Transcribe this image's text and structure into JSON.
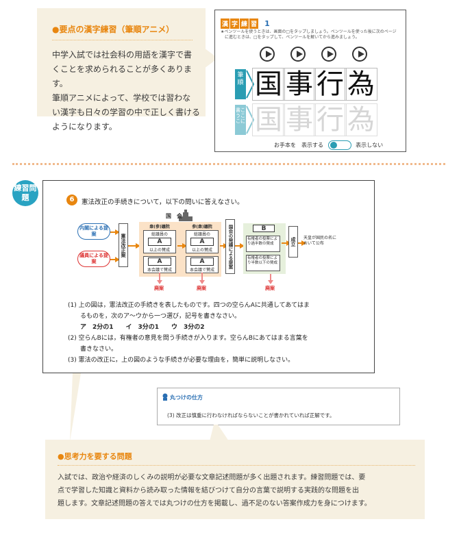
{
  "callout_kanji": {
    "title": "●要点の漢字練習（筆順アニメ）",
    "lines": [
      "中学入試では社会科の用語を漢字で書",
      "くことを求められることが多くあります。",
      "筆順アニメによって、学校では習わな",
      "い漢字も日々の学習の中で正しく書ける",
      "ようになります。"
    ]
  },
  "kanji_card": {
    "badges": [
      "漢",
      "字",
      "練",
      "習"
    ],
    "number": "1",
    "instructions": [
      "★ペンツールを使うときは、画面の□をタップしましょう。ペンツールを使った後に次のページ",
      "　に進むときは、□をタップして、ペンツールを解いてから進みましょう。"
    ],
    "row1_label": "筆順",
    "row2_label": "書こうここに",
    "kanji": [
      "国",
      "事",
      "行",
      "為"
    ],
    "toggle_label_on": "お手本を　表示する",
    "toggle_label_off": "表示しない"
  },
  "exercise": {
    "badge": "練習問題",
    "number": "6",
    "prompt": "憲法改正の手続きについて，以下の問いに答えなさい。",
    "diagram": {
      "kokkai": "国　会",
      "origin1": "内閣による提案",
      "origin2": "議員による提案",
      "proposal": "憲法改正案",
      "house1_title": "衆(参)議院",
      "house2_title": "参(衆)議院",
      "house_sub": "総議員の",
      "blank_a": "A",
      "house_foot": "以上の賛成",
      "comm_note": "本会議で賛成",
      "hoan": "廃案",
      "hatsugi": "国会の発議による提案",
      "blank_b": "B",
      "vote_top": "有権者の投票により過半数の賛成",
      "vote_bottom": "有権者の投票により半数以下の賛成",
      "seiritsu": "成立",
      "koufu": "天皇が国民の名において公布"
    },
    "questions": [
      "(1) 上の図は，憲法改正の手続きを表したものです。四つの空らんAに共通してあてはま",
      "　　るものを，次のア〜ウから一つ選び，記号を書きなさい。",
      "　　ア　2分の1　　イ　3分の1　　ウ　3分の2",
      "(2) 空らんBには，有権者の意見を問う手続きが入ります。空らんBにあてはまる言葉を",
      "　　書きなさい。",
      "(3) 憲法の改正に，上の図のような手続きが必要な理由を，簡単に説明しなさい。"
    ]
  },
  "answer_guide": {
    "title": "丸つけの仕方",
    "text": "(3) 改正は慎重に行わなければならないことが書かれていれば正解です。"
  },
  "callout_thinking": {
    "title": "●思考力を要する問題",
    "lines": [
      "入試では、政治や経済のしくみの説明が必要な文章記述問題が多く出題されます。練習問題では、要",
      "点で学習した知識と資料から読み取った情報を結びつけて自分の言葉で説明する実践的な問題を出",
      "題します。文章記述問題の答えでは丸つけの仕方を掲載し、過不足のない答案作成力を身につけます。"
    ]
  },
  "colors": {
    "accent_orange": "#e8860f",
    "teal": "#2a9db3",
    "callout_bg": "#f6f0e1"
  }
}
